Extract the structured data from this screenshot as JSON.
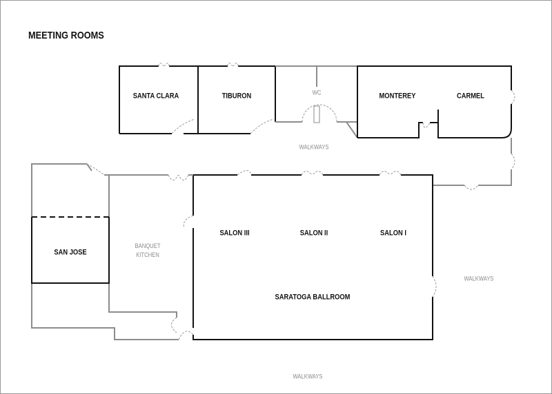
{
  "title": "MEETING ROOMS",
  "rooms": {
    "santa_clara": "SANTA CLARA",
    "tiburon": "TIBURON",
    "wc": "WC",
    "monterey": "MONTEREY",
    "carmel": "CARMEL",
    "san_jose": "SAN JOSE",
    "banquet_kitchen_1": "BANQUET",
    "banquet_kitchen_2": "KITCHEN",
    "salon_3": "SALON III",
    "salon_2": "SALON II",
    "salon_1": "SALON I",
    "ballroom": "SARATOGA BALLROOM"
  },
  "walkways": {
    "top": "WALKWAYS",
    "right": "WALKWAYS",
    "bottom": "WALKWAYS"
  }
}
